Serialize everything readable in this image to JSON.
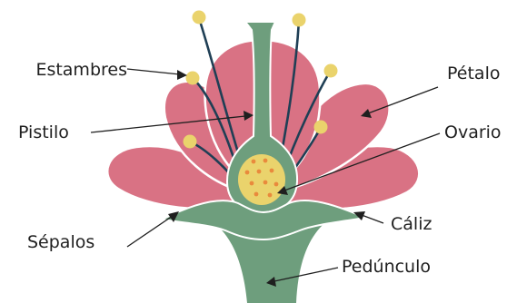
{
  "labels": {
    "estambres": "Estambres",
    "pistilo": "Pistilo",
    "sepalos": "Sépalos",
    "petalo": "Pétalo",
    "ovario": "Ovario",
    "caliz": "Cáliz",
    "pedunculo": "Pedúnculo"
  },
  "colors": {
    "petal": "#d97284",
    "sepal_stem": "#6e9e7d",
    "ovary": "#ead36c",
    "ovule_dots": "#e98a3c",
    "filament": "#1f3f55",
    "anther": "#ead36c"
  }
}
